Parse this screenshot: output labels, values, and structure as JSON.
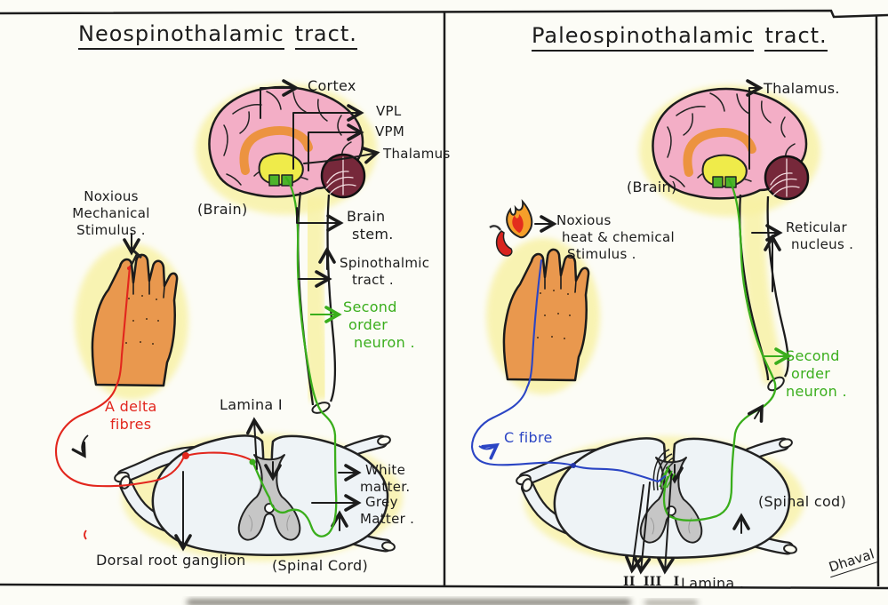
{
  "left": {
    "title": [
      "Neospinothalamic",
      "tract."
    ],
    "brain_caption": "(Brain)",
    "labels": {
      "cortex": "Cortex",
      "vpl": "VPL",
      "vpm": "VPM",
      "thalamus": "Thalamus",
      "brain_stem": [
        "Brain",
        "stem."
      ],
      "spinothalamic_tract": [
        "Spinothalmic",
        "tract ."
      ],
      "second_order_neuron": [
        "Second",
        "order",
        "neuron ."
      ],
      "stimulus": [
        "Noxious",
        "Mechanical",
        "Stimulus ."
      ],
      "a_delta_fibres": [
        "A delta",
        "fibres"
      ],
      "lamina_I": "Lamina I",
      "white_matter": [
        "White",
        "matter."
      ],
      "grey_matter": [
        "Grey",
        "Matter ."
      ],
      "dorsal_root_ganglion": "Dorsal root ganglion",
      "spinal_cord_caption": "(Spinal Cord)"
    }
  },
  "right": {
    "title": [
      "Paleospinothalamic",
      "tract."
    ],
    "brain_caption": "(Brain)",
    "labels": {
      "thalamus": "Thalamus.",
      "reticular_nucleus": [
        "Reticular",
        "nucleus ."
      ],
      "stimulus": [
        "Noxious",
        "heat & chemical",
        "Stimulus ."
      ],
      "c_fibre": "C fibre",
      "second_order_neuron": [
        "Second",
        "order",
        "neuron ."
      ],
      "spinal_cord_caption": "(Spinal cod)",
      "lamina": "Lamina .",
      "lamina_numerals": [
        "II",
        "III",
        "I"
      ]
    },
    "signature": "Dhaval"
  },
  "colors": {
    "ink": "#1c1c1c",
    "fibre_red": "#e2261d",
    "fibre_blue": "#2b45c4",
    "neuron_green": "#3aae1c",
    "brain_pink": "#f3aec6",
    "hand_orange": "#e9984e",
    "halo_yellow": "#f8f1a2",
    "grey_matter": "#c6c6c6"
  }
}
